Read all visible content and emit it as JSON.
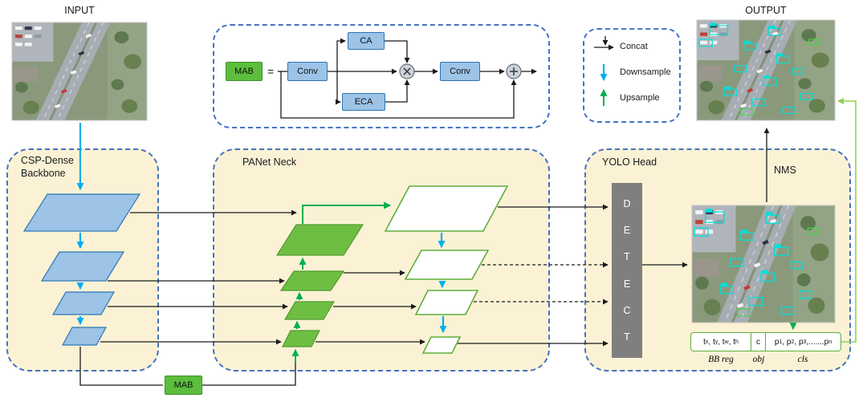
{
  "colors": {
    "dash-blue": "#4472C4",
    "cream": "#FBF2D5",
    "blue-fill": "#9DC3E6",
    "blue-border": "#2E75B6",
    "green-fill": "#5CBE3C",
    "green-border": "#3E8E2E",
    "white-shape-border": "#5FAE3C",
    "arrow-black": "#1A1A1A",
    "arrow-blue": "#00AEEF",
    "arrow-green": "#00B050",
    "connector-green": "#92D050",
    "detect-gray": "#7F7F7F",
    "detection-box-cyan": "#00E0D8"
  },
  "labels": {
    "input": "INPUT",
    "output": "OUTPUT",
    "nms": "NMS"
  },
  "backbone": {
    "title_line1": "CSP-Dense",
    "title_line2": "Backbone"
  },
  "neck": {
    "title": "PANet Neck"
  },
  "head": {
    "title": "YOLO Head",
    "detect_letters": [
      "D",
      "E",
      "T",
      "E",
      "C",
      "T"
    ]
  },
  "mab_block": {
    "name": "MAB",
    "equals": "=",
    "conv1": "Conv",
    "attn_ca": "CA",
    "attn_eca": "ECA",
    "conv2": "Conv"
  },
  "legend": {
    "concat": "Concat",
    "downsample": "Downsample",
    "upsample": "Upsample"
  },
  "bottom_mab": {
    "name": "MAB"
  },
  "prediction": {
    "t": "t",
    "sub_x": "x",
    "sub_y": "y",
    "sub_w": "w",
    "sub_h": "h",
    "sep": ", ",
    "obj_c": "c",
    "p": "p",
    "sub_1": "1",
    "sub_2": "2",
    "sub_3": "3",
    "dots": ",.......",
    "sub_n": "n",
    "bb_reg": "BB reg",
    "obj": "obj",
    "cls": "cls"
  }
}
